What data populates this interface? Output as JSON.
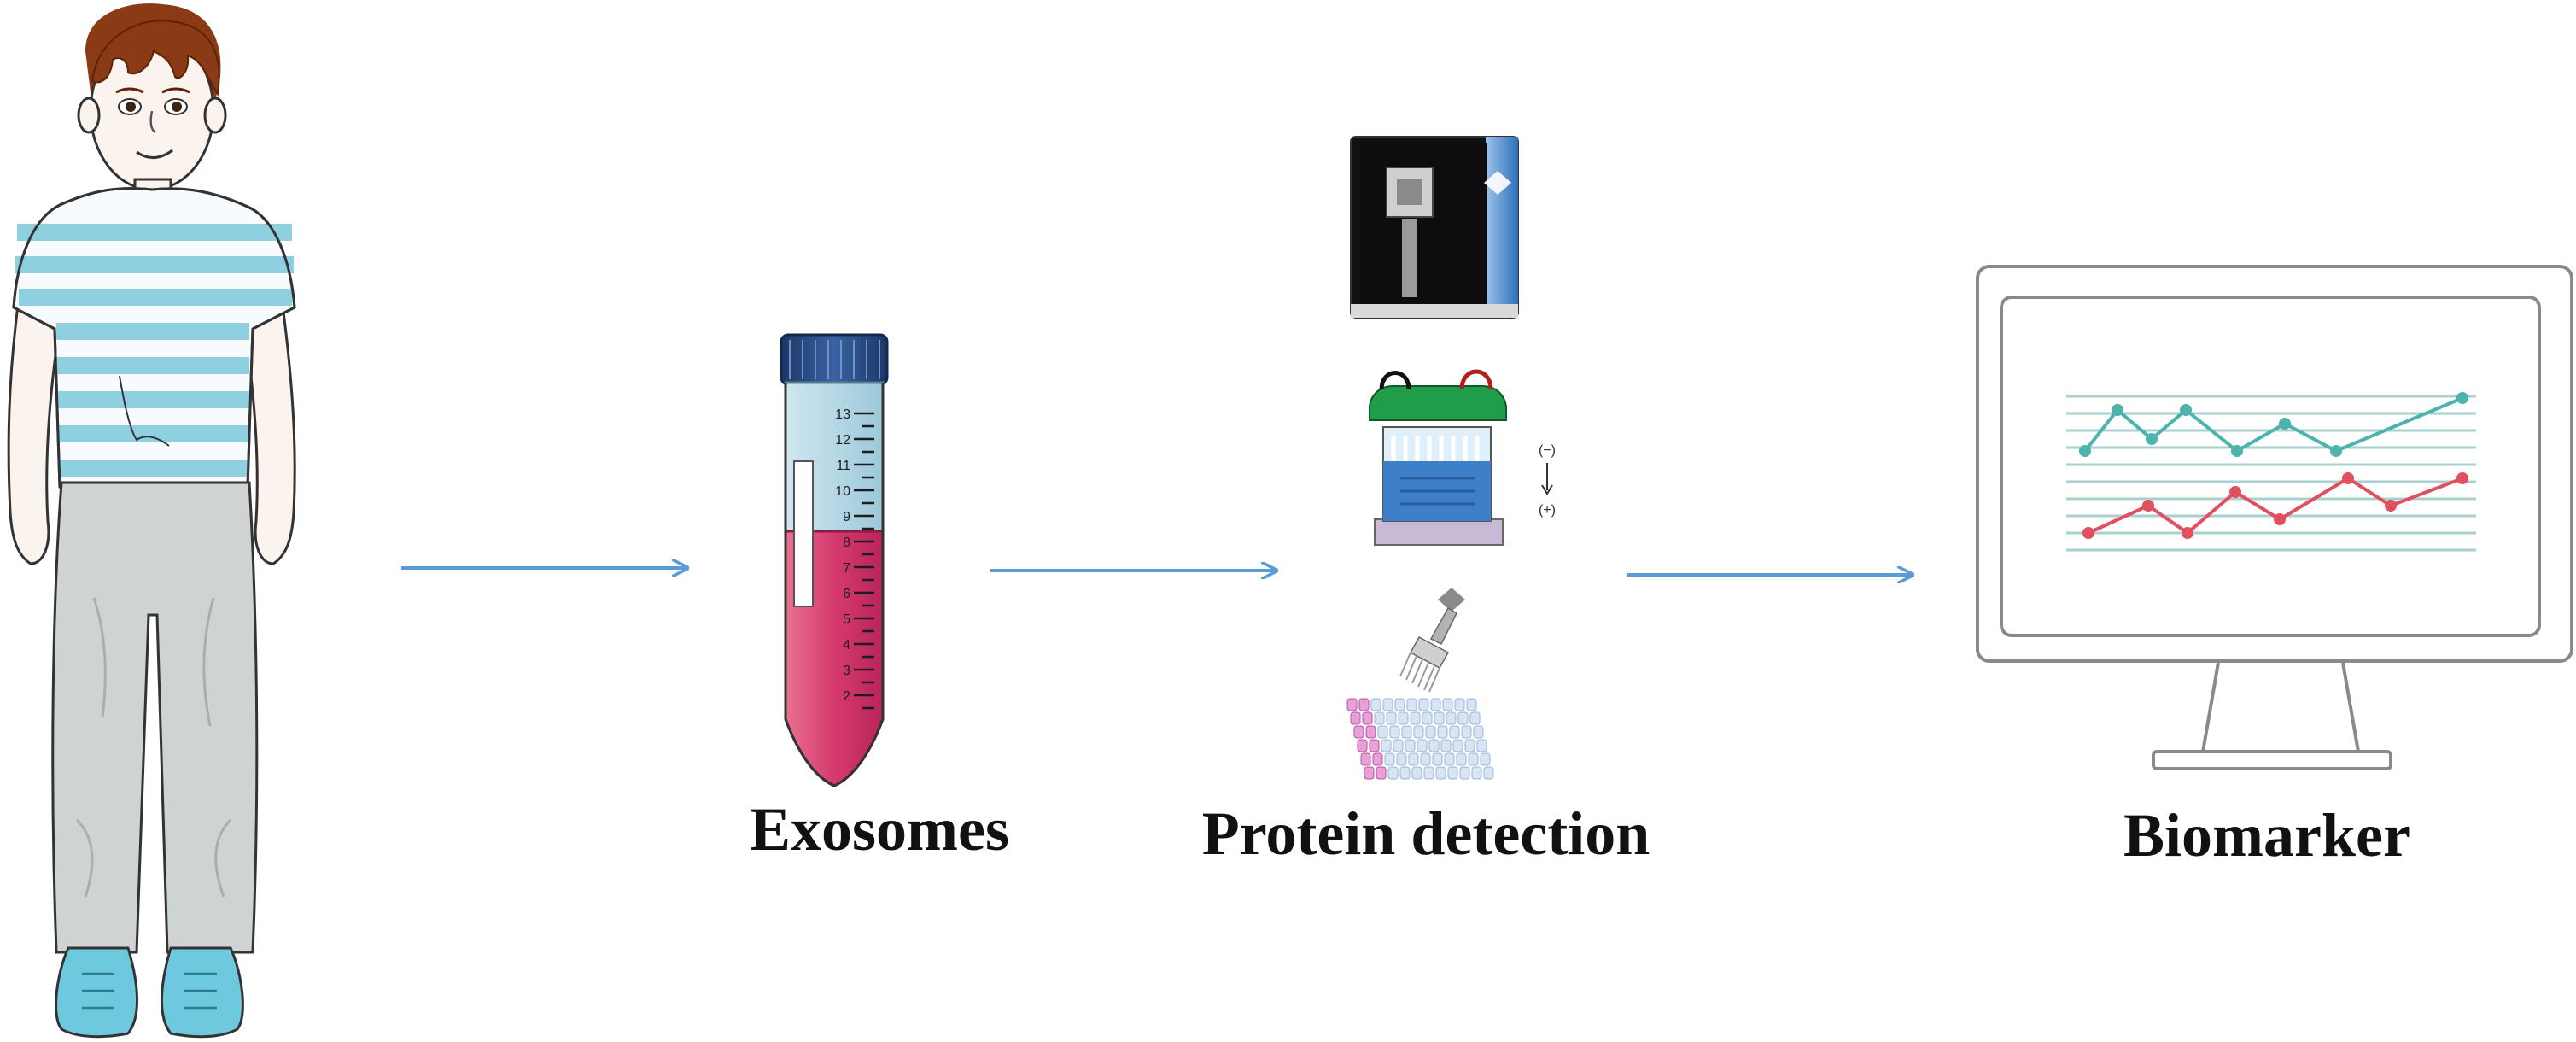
{
  "steps": [
    {
      "label": "Exosomes"
    },
    {
      "label": "Protein detection"
    },
    {
      "label": "Biomarker"
    }
  ],
  "tube": {
    "ticks": [
      "13",
      "12",
      "11",
      "10",
      "9",
      "8",
      "7",
      "6",
      "5",
      "4",
      "3",
      "2"
    ]
  },
  "gel": {
    "minus_label": "(−)",
    "plus_label": "(+)"
  },
  "colors": {
    "arrow": "#5b9bd5",
    "tube_liquid": "#d63a6e",
    "tube_cap": "#2b4e86",
    "shirt_stripe": "#8fd0e0",
    "pants": "#cfd3d4",
    "shoes": "#6ec9df",
    "hair": "#8a3a14",
    "monitor_line_1": "#4db3ad",
    "monitor_line_2": "#e0505e",
    "gel_lid": "#1f9d4a",
    "gel_buffer": "#3f7fc9"
  }
}
